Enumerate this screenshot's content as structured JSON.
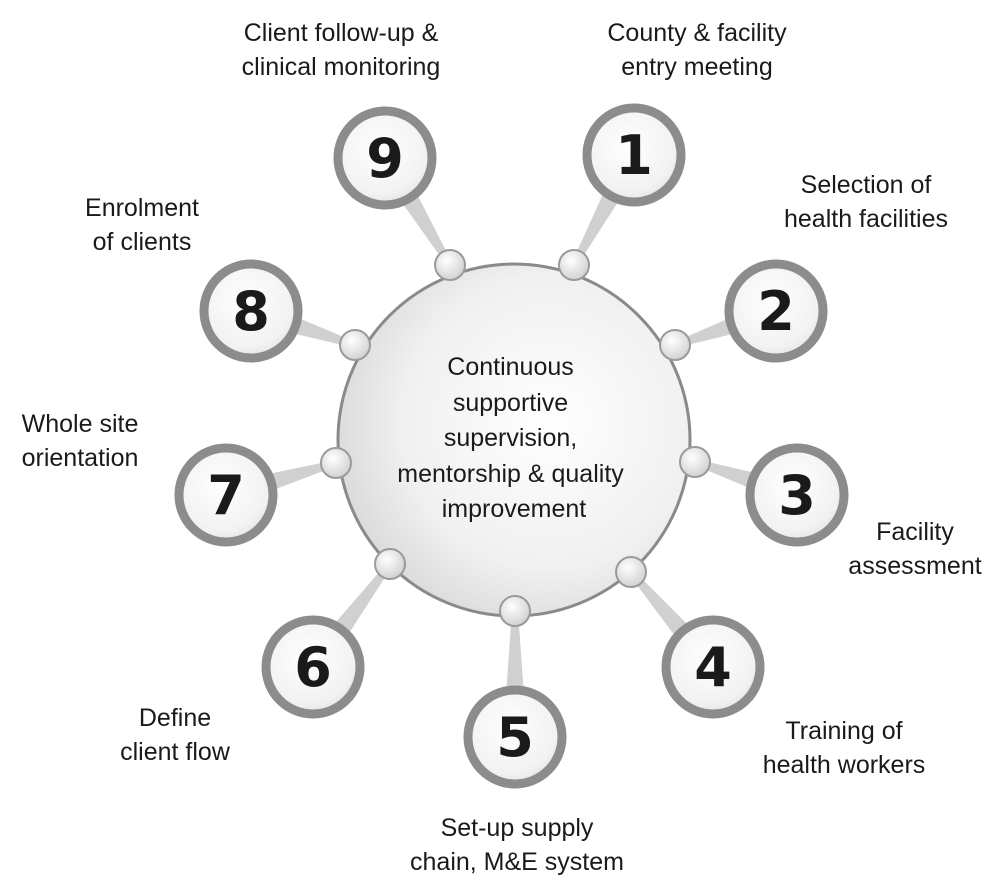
{
  "center": {
    "lines": [
      "Continuous",
      "supportive",
      "supervision,",
      "mentorship & quality",
      "improvement"
    ]
  },
  "steps": [
    {
      "number": "1",
      "label": [
        "County & facility",
        "entry meeting"
      ]
    },
    {
      "number": "2",
      "label": [
        "Selection of",
        "health facilities"
      ]
    },
    {
      "number": "3",
      "label": [
        "Facility",
        "assessment"
      ]
    },
    {
      "number": "4",
      "label": [
        "Training of",
        "health workers"
      ]
    },
    {
      "number": "5",
      "label": [
        "Set-up supply",
        "chain, M&E system"
      ]
    },
    {
      "number": "6",
      "label": [
        "Define",
        "client flow"
      ]
    },
    {
      "number": "7",
      "label": [
        "Whole site",
        "orientation"
      ]
    },
    {
      "number": "8",
      "label": [
        "Enrolment",
        "of clients"
      ]
    },
    {
      "number": "9",
      "label": [
        "Client follow-up &",
        "clinical monitoring"
      ]
    }
  ],
  "colors": {
    "ring": "#8a8a8a",
    "badge_ring": "#8c8c8c",
    "connector": "#d0d0d0",
    "text": "#1a1a1a"
  }
}
